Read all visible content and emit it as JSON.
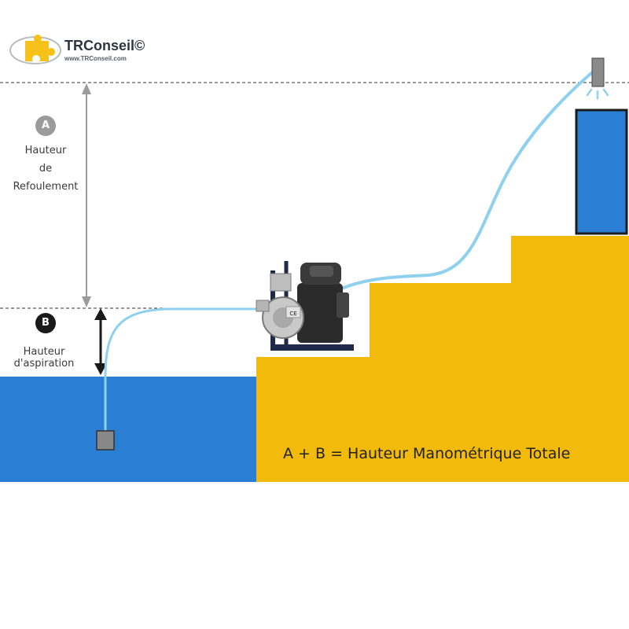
{
  "logo": {
    "name": "TRConseil©",
    "url": "www.TRConseil.com"
  },
  "annotations": {
    "a": {
      "badge": "A",
      "lines": [
        "Hauteur",
        "de",
        "Refoulement"
      ]
    },
    "b": {
      "badge": "B",
      "lines": [
        "Hauteur",
        "d'aspiration"
      ]
    }
  },
  "formula": "A + B = Hauteur Manométrique Totale",
  "pump": {
    "plate": "CE"
  },
  "colors": {
    "water": "#2a7fd4",
    "ground": "#f2bb0c",
    "pipe": "#8fd0ef",
    "badge_a": "#9b9b9b",
    "badge_b": "#1a1a1a",
    "logo_accent": "#f6c21a"
  }
}
